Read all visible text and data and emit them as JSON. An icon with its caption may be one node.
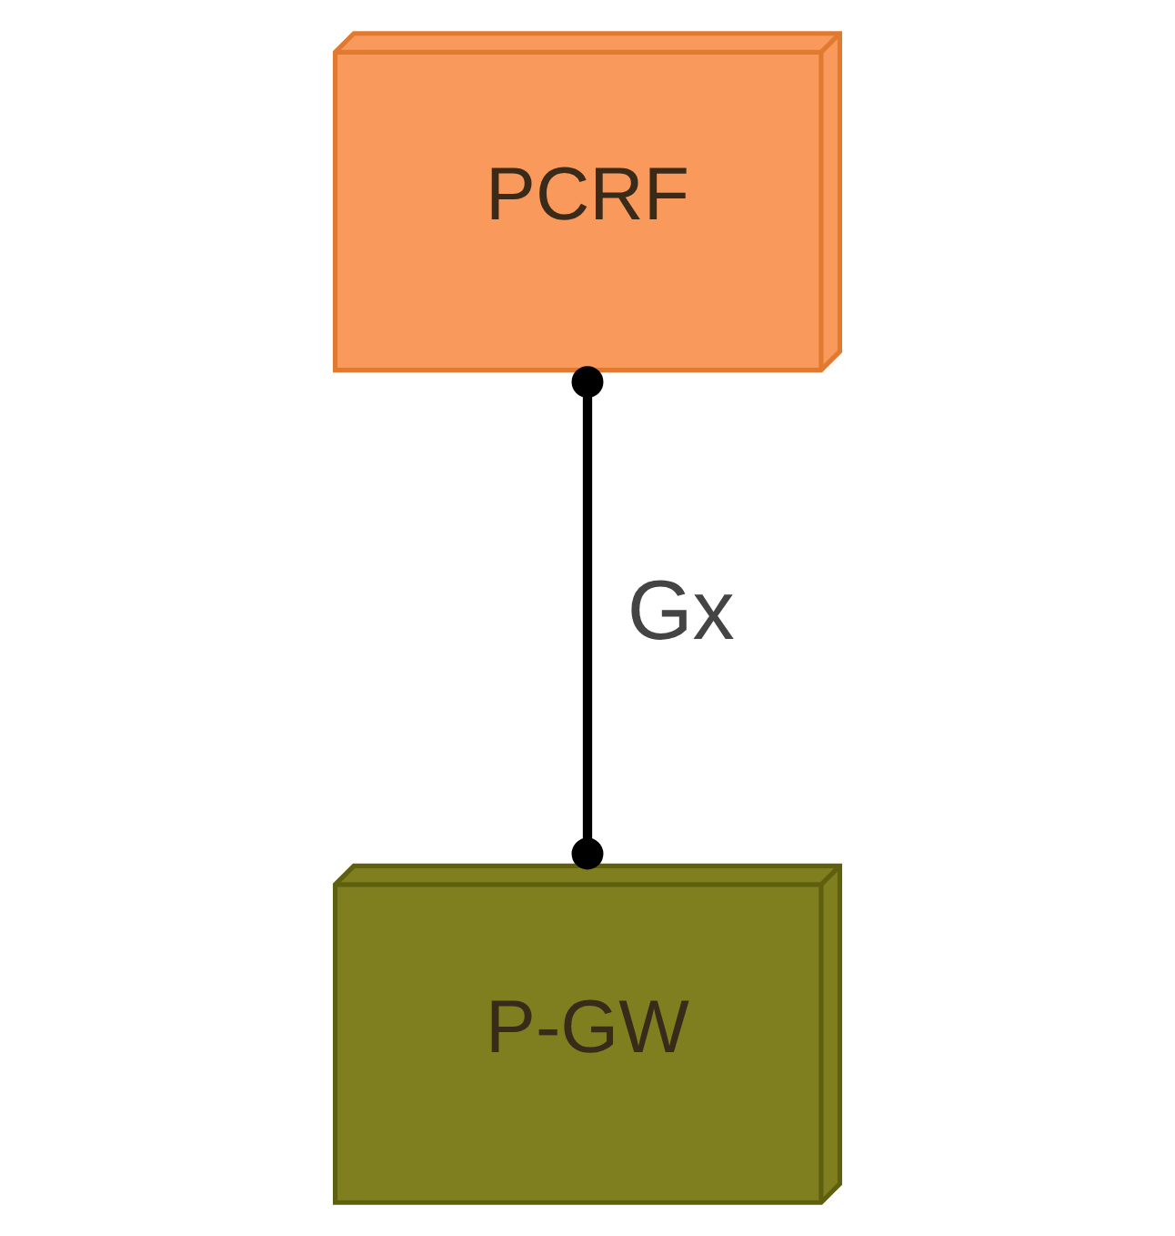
{
  "diagram": {
    "nodes": [
      {
        "text": [
          "PCRF"
        ]
      },
      {
        "text": [
          "P-GW"
        ]
      }
    ],
    "edges": [
      {
        "from": 1,
        "to": 0,
        "arrow": "other",
        "label": "Gx"
      }
    ]
  }
}
